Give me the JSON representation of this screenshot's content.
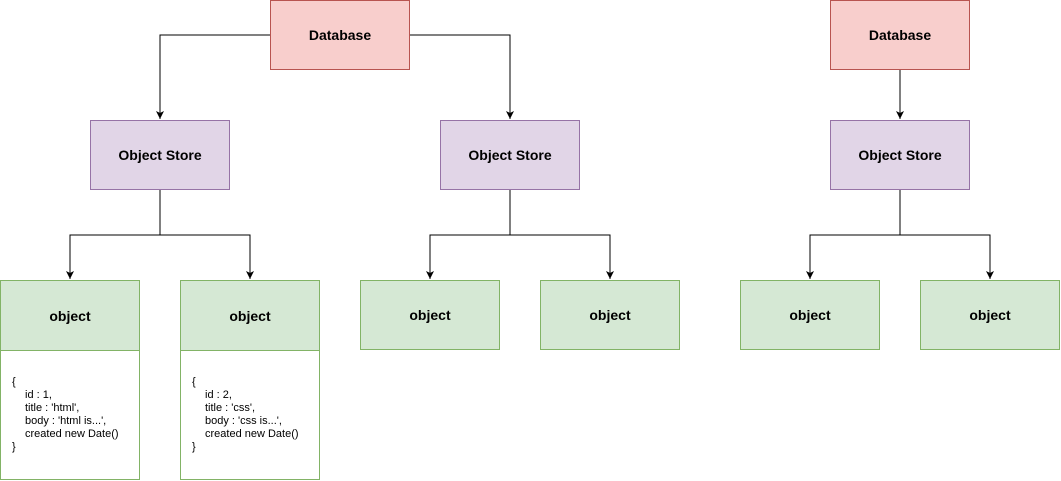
{
  "colors": {
    "database_fill": "#f8cecc",
    "database_stroke": "#b85450",
    "store_fill": "#e1d5e7",
    "store_stroke": "#9673a6",
    "object_fill": "#d5e8d4",
    "object_stroke": "#82b366",
    "connector": "#000000"
  },
  "left_diagram": {
    "database": {
      "label": "Database"
    },
    "stores": [
      {
        "label": "Object Store",
        "objects": [
          {
            "label": "object",
            "code": [
              "{",
              "id : 1,",
              "title : 'html',",
              "body : 'html is...',",
              "created new Date()",
              "}"
            ]
          },
          {
            "label": "object",
            "code": [
              "{",
              "id : 2,",
              "title : 'css',",
              "body : 'css is...',",
              "created new Date()",
              "}"
            ]
          }
        ]
      },
      {
        "label": "Object Store",
        "objects": [
          {
            "label": "object"
          },
          {
            "label": "object"
          }
        ]
      }
    ]
  },
  "right_diagram": {
    "database": {
      "label": "Database"
    },
    "store": {
      "label": "Object Store",
      "objects": [
        {
          "label": "object"
        },
        {
          "label": "object"
        }
      ]
    }
  }
}
